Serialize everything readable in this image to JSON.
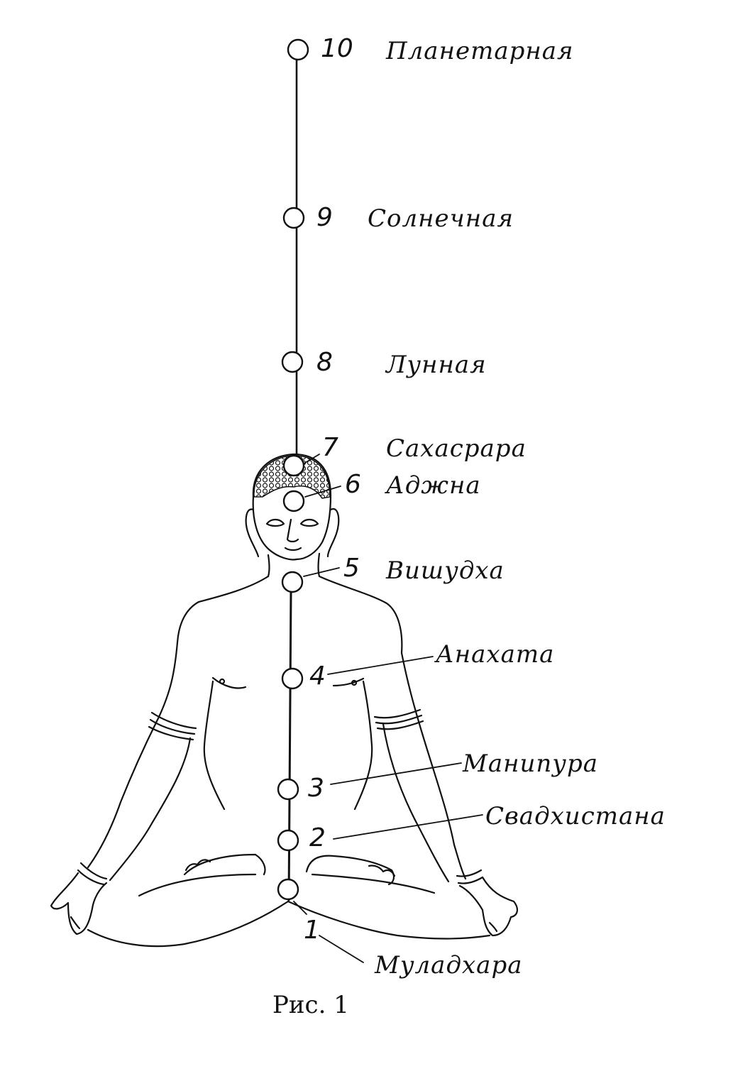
{
  "chakras": [
    {
      "num": "10",
      "name": "Планетарная"
    },
    {
      "num": "9",
      "name": "Солнечная"
    },
    {
      "num": "8",
      "name": "Лунная"
    },
    {
      "num": "7",
      "name": "Сахасрара"
    },
    {
      "num": "6",
      "name": "Аджна"
    },
    {
      "num": "5",
      "name": "Вишудха"
    },
    {
      "num": "4",
      "name": "Анахата"
    },
    {
      "num": "3",
      "name": "Манипура"
    },
    {
      "num": "2",
      "name": "Свадхистана"
    },
    {
      "num": "1",
      "name": "Муладхара"
    }
  ],
  "caption": "Рис. 1"
}
